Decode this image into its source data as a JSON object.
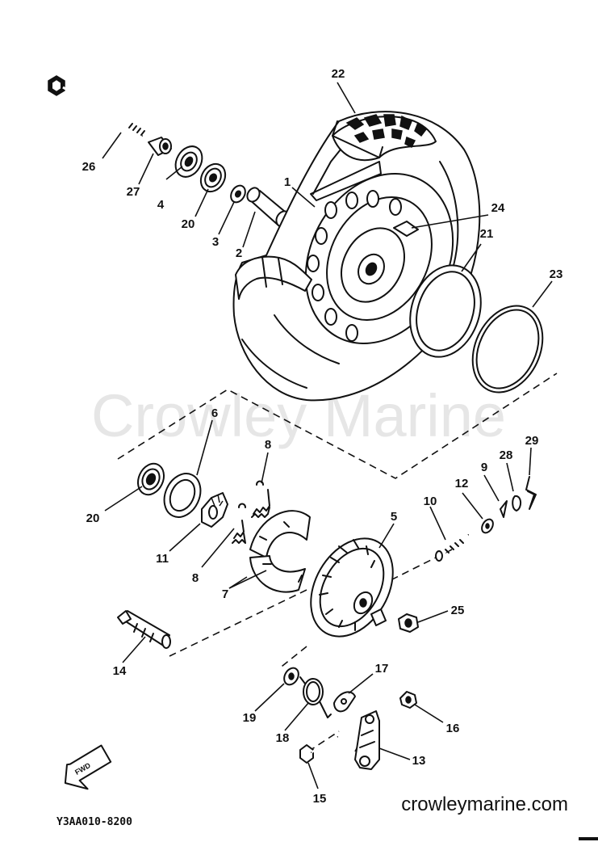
{
  "watermark": "Crowley Marine",
  "site_url": "crowleymarine.com",
  "diagram_code": "Y3AA010-8200",
  "fwd_label": "FWD",
  "callouts": {
    "c1": "1",
    "c2": "2",
    "c3": "3",
    "c4": "4",
    "c5": "5",
    "c6": "6",
    "c7": "7",
    "c8a": "8",
    "c8b": "8",
    "c9": "9",
    "c10": "10",
    "c11": "11",
    "c12": "12",
    "c13": "13",
    "c14": "14",
    "c15": "15",
    "c16": "16",
    "c17": "17",
    "c18": "18",
    "c19": "19",
    "c20a": "20",
    "c20b": "20",
    "c21": "21",
    "c22": "22",
    "c23": "23",
    "c24": "24",
    "c25": "25",
    "c26": "26",
    "c27": "27",
    "c28": "28",
    "c29": "29"
  }
}
